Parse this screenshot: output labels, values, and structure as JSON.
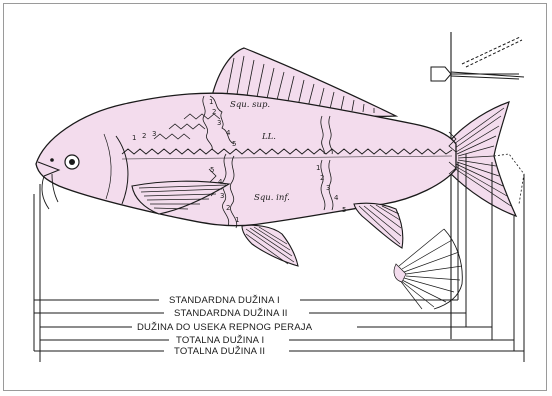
{
  "annotations": {
    "squ_sup": "Squ. sup.",
    "squ_inf": "Squ. inf.",
    "ll": "LL.",
    "upper_scale_numbers": [
      "1",
      "2",
      "3"
    ],
    "lower_scale_numbers": [
      "5",
      "4",
      "3",
      "2",
      "1"
    ],
    "right_upper_numbers": [
      "1",
      "2",
      "3",
      "4",
      "5"
    ],
    "right_lower_numbers": [
      "1",
      "2",
      "3",
      "4",
      "5"
    ]
  },
  "measurements": [
    {
      "label": "STANDARDNA DUŽINA I"
    },
    {
      "label": "STANDARDNA DUŽINA II"
    },
    {
      "label": "DUŽINA DO USEKA REPNOG PERAJA"
    },
    {
      "label": "TOTALNA DUŽINA I"
    },
    {
      "label": "TOTALNA DUŽINA II"
    }
  ],
  "colors": {
    "body_fill": "#f3dced",
    "line": "#1a1a1a",
    "frame": "#9a9a9a"
  },
  "icons": [
    "fish-illustration",
    "ruler-icon",
    "fin-detail-icon"
  ]
}
